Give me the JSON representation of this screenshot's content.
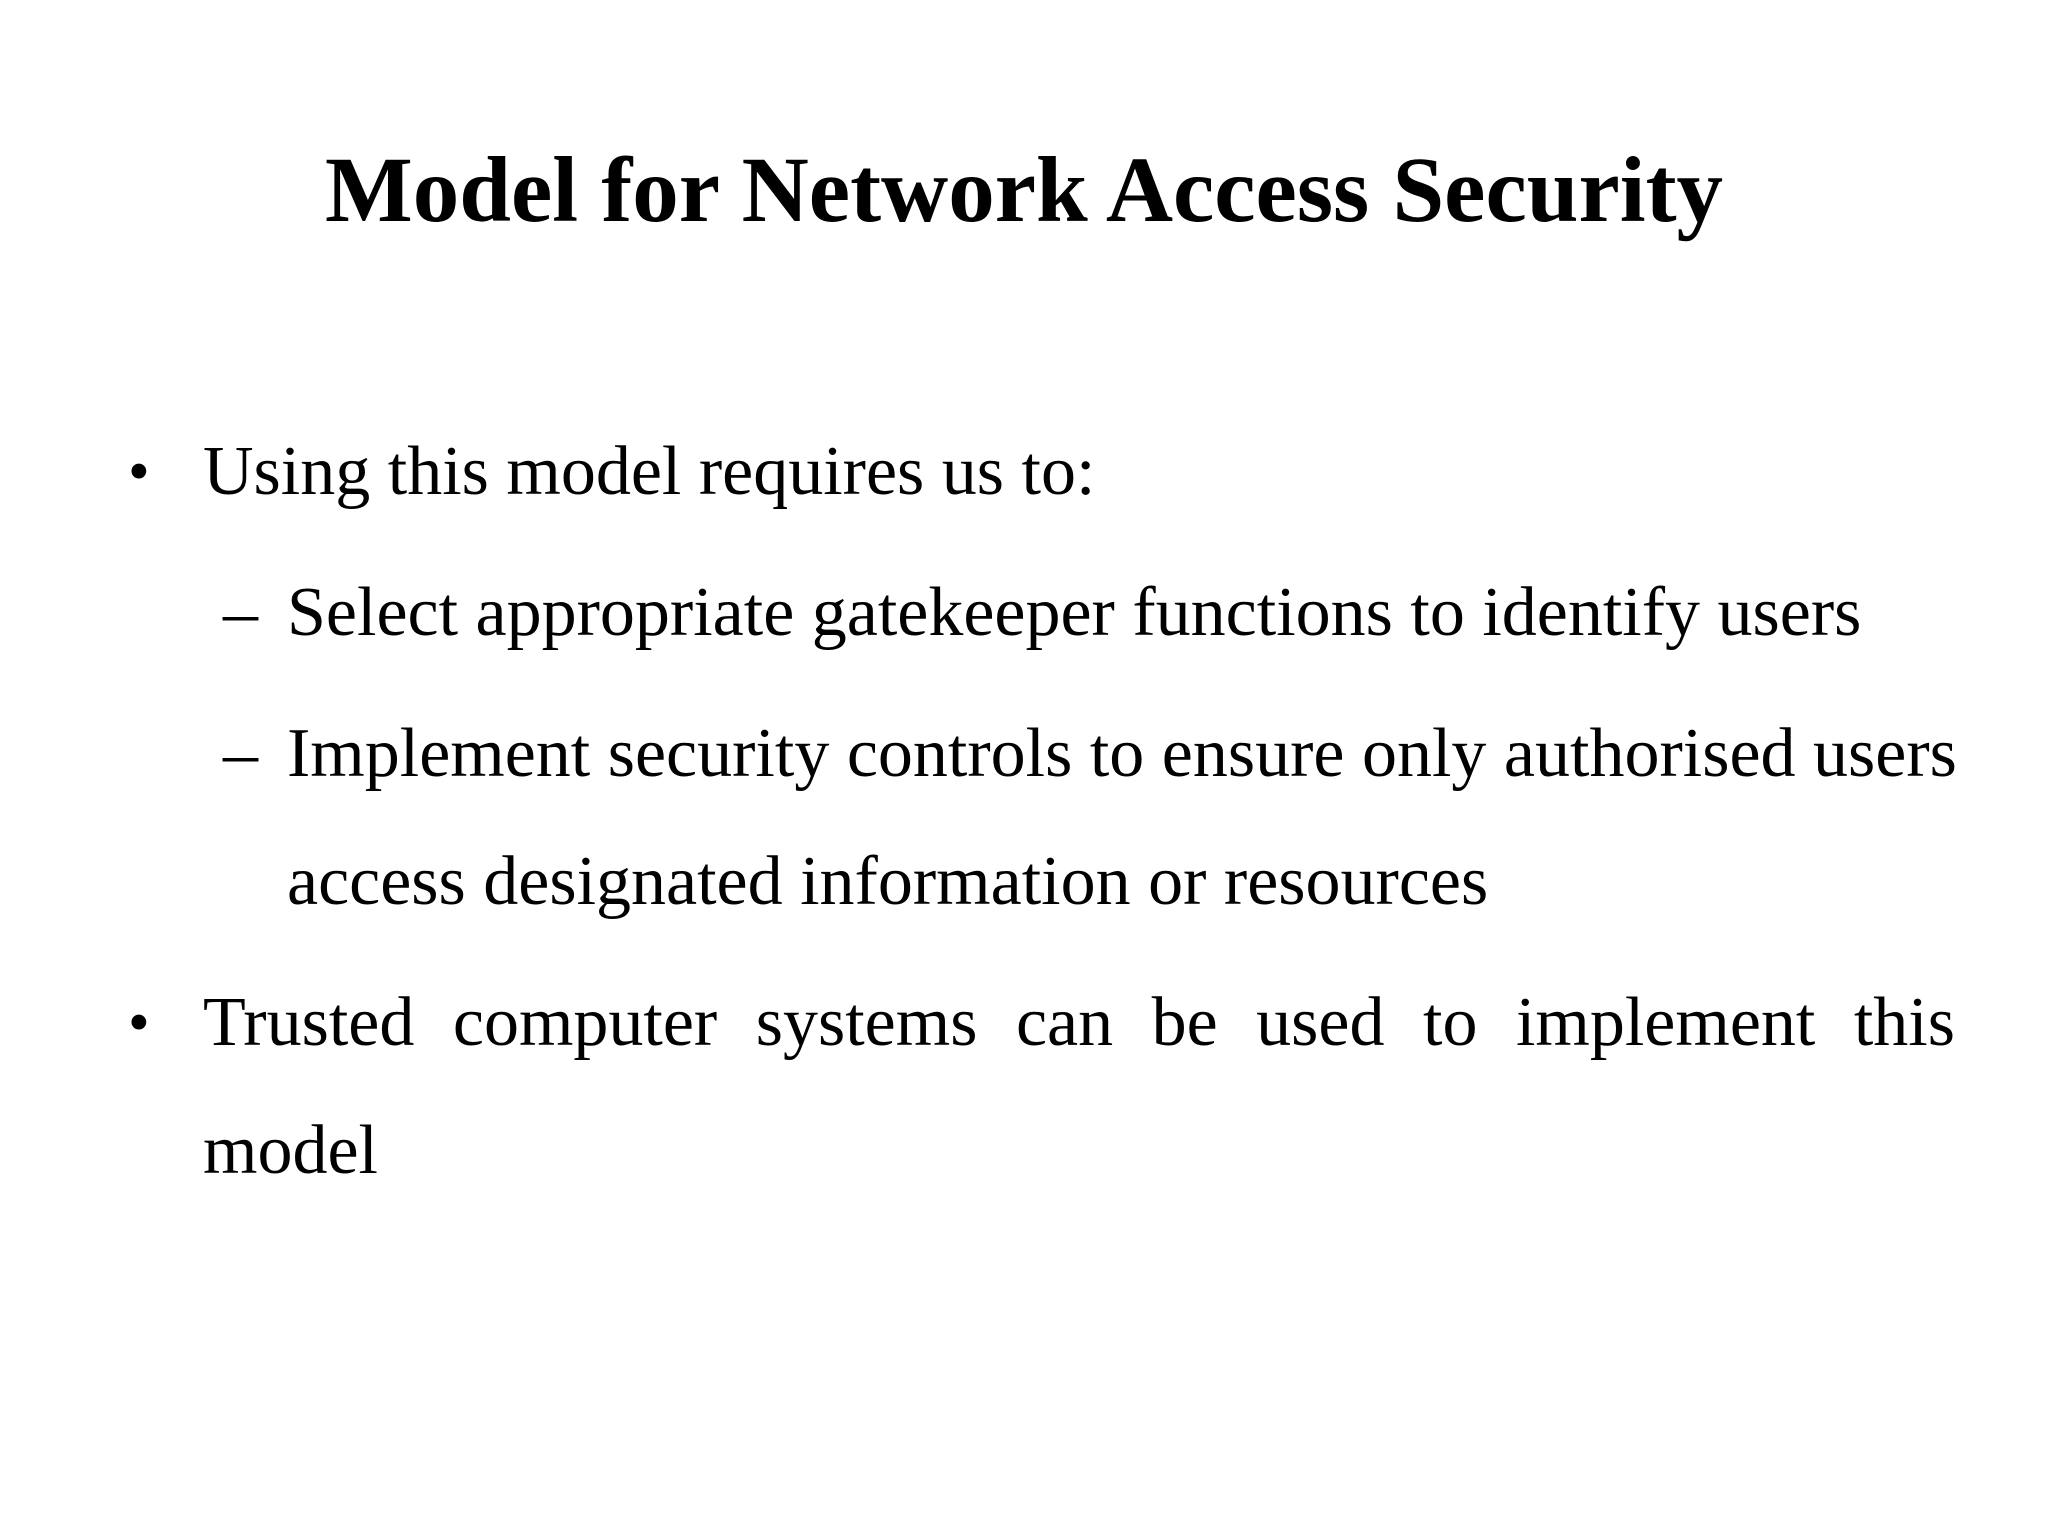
{
  "slide": {
    "title": "Model for Network Access Security",
    "colors": {
      "background": "#ffffff",
      "text": "#000000"
    },
    "bullets": [
      {
        "level": 1,
        "marker": "•",
        "lines": [
          "Using this model requires us to:"
        ]
      },
      {
        "level": 2,
        "marker": "–",
        "lines": [
          "Select appropriate gatekeeper functions to identify users"
        ]
      },
      {
        "level": 2,
        "marker": "–",
        "lines": [
          "Implement security controls to ensure only authorised users",
          "access designated information or resources"
        ]
      },
      {
        "level": 1,
        "marker": "•",
        "lines": [
          "Trusted computer systems can be used to implement this",
          "model"
        ]
      }
    ]
  }
}
